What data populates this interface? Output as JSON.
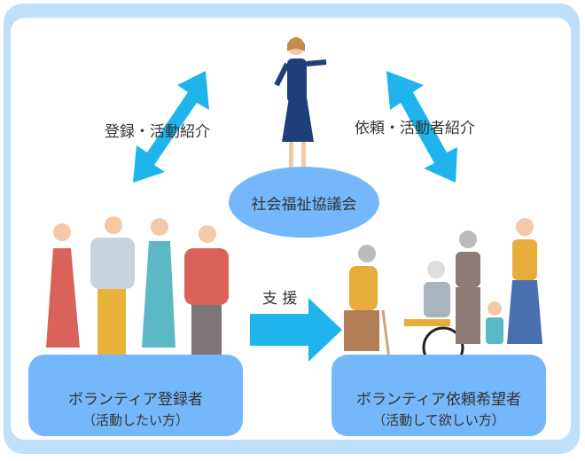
{
  "center": {
    "label": "社会福祉協議会"
  },
  "left_arrow": {
    "label": "登録・活動紹介"
  },
  "right_arrow": {
    "label": "依頼・活動者紹介"
  },
  "support_arrow": {
    "label": "支 援"
  },
  "volunteers": {
    "title": "ボランティア登録者",
    "subtitle": "（活動したい方）"
  },
  "requesters": {
    "title": "ボランティア依頼希望者",
    "subtitle": "（活動して欲しい方）"
  },
  "colors": {
    "frame": "#bfe0fb",
    "box": "#74b8fb",
    "arrow": "#1fb5ec"
  }
}
